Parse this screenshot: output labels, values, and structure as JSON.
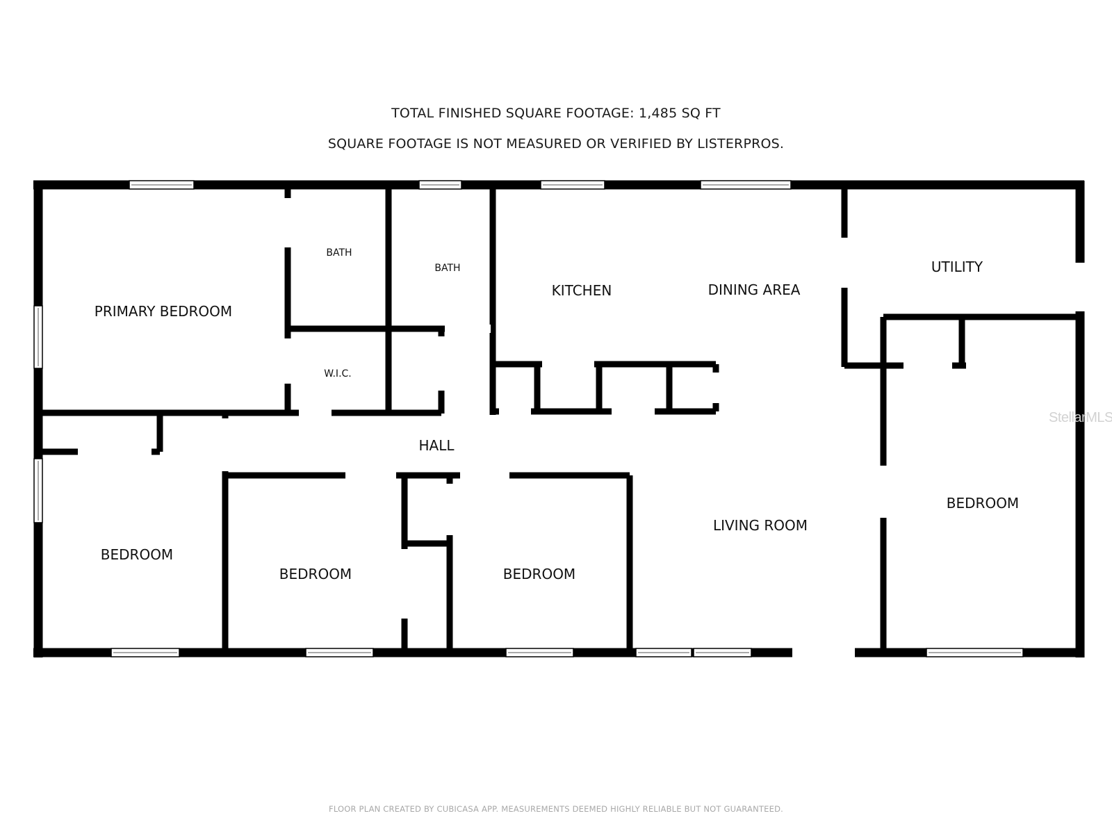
{
  "header": {
    "line1": "TOTAL FINISHED SQUARE FOOTAGE: 1,485 SQ FT",
    "line2": "SQUARE FOOTAGE IS NOT MEASURED OR VERIFIED BY LISTERPROS."
  },
  "rooms": {
    "primary_bedroom": "PRIMARY BEDROOM",
    "bath_1": "BATH",
    "bath_2": "BATH",
    "wic": "W.I.C.",
    "kitchen": "KITCHEN",
    "dining_area": "DINING AREA",
    "utility": "UTILITY",
    "hall": "HALL",
    "living_room": "LIVING ROOM",
    "bedroom_left": "BEDROOM",
    "bedroom_center_left": "BEDROOM",
    "bedroom_center": "BEDROOM",
    "bedroom_right": "BEDROOM"
  },
  "footer": {
    "disclaimer": "FLOOR PLAN CREATED BY CUBICASA APP. MEASUREMENTS DEEMED HIGHLY RELIABLE BUT NOT GUARANTEED."
  },
  "watermark": "StellarMLS",
  "colors": {
    "wall": "#000000",
    "window": "#ffffff",
    "background": "#ffffff"
  }
}
